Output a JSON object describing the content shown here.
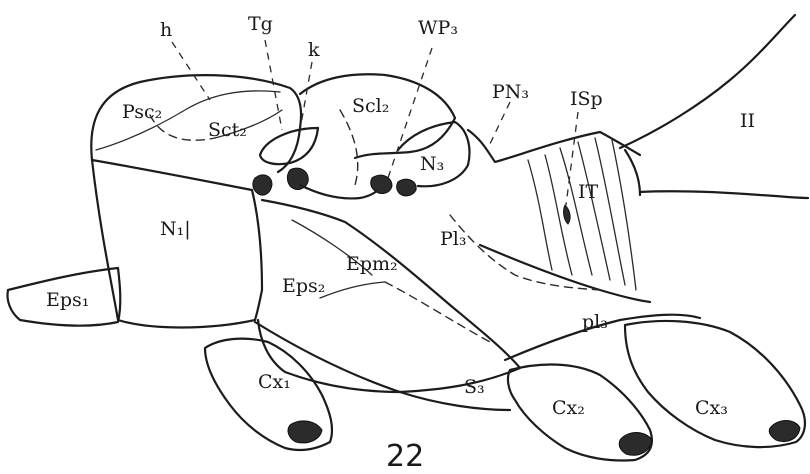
{
  "figure_number": "22",
  "labels": {
    "h": "h",
    "tg": "Tg",
    "k": "k",
    "wp": "WP₃",
    "psc": "Psc₂",
    "sct": "Sct₂",
    "scl": "Scl₂",
    "pn": "PN₃",
    "isp": "ISp",
    "ii": "II",
    "n3": "N₃",
    "it": "IT",
    "n1": "N₁|",
    "pl3_upper": "Pl₃",
    "eps2": "Eps₂",
    "epm2": "Epm₂",
    "eps1": "Eps₁",
    "pl3_lower": "pl₃",
    "cx1": "Cx₁",
    "s3": "S₃",
    "cx2": "Cx₂",
    "cx3": "Cx₃"
  }
}
